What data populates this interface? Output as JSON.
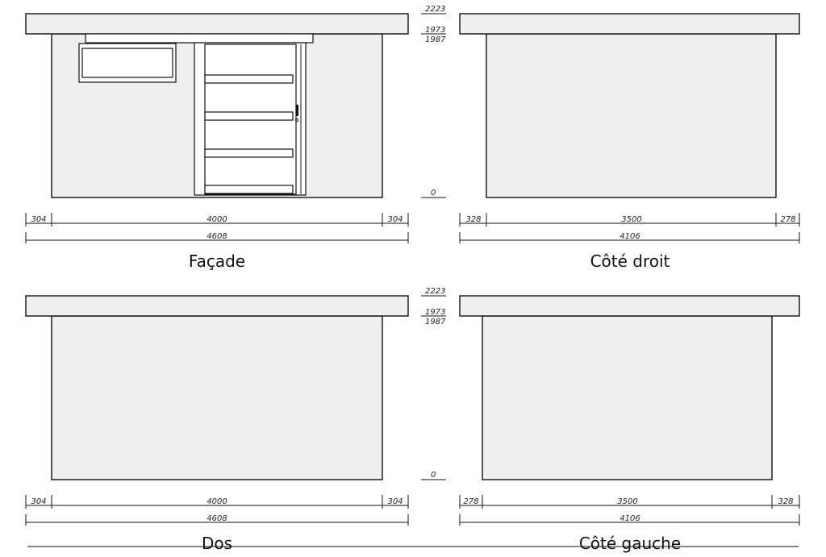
{
  "heights": {
    "top": "2223",
    "fascia_1": "1973",
    "fascia_2": "1987",
    "ground": "0"
  },
  "views": {
    "facade": {
      "title": "Façade",
      "dims_partial": [
        "304",
        "4000",
        "304"
      ],
      "dim_total": "4608"
    },
    "cote_droit": {
      "title": "Côté droit",
      "dims_partial": [
        "328",
        "3500",
        "278"
      ],
      "dim_total": "4106"
    },
    "dos": {
      "title": "Dos",
      "dims_partial": [
        "304",
        "4000",
        "304"
      ],
      "dim_total": "4608"
    },
    "cote_gauche": {
      "title": "Côté gauche",
      "dims_partial": [
        "278",
        "3500",
        "328"
      ],
      "dim_total": "4106"
    }
  },
  "colors": {
    "wall_fill": "#efefef",
    "line": "#111111",
    "background": "#ffffff"
  }
}
